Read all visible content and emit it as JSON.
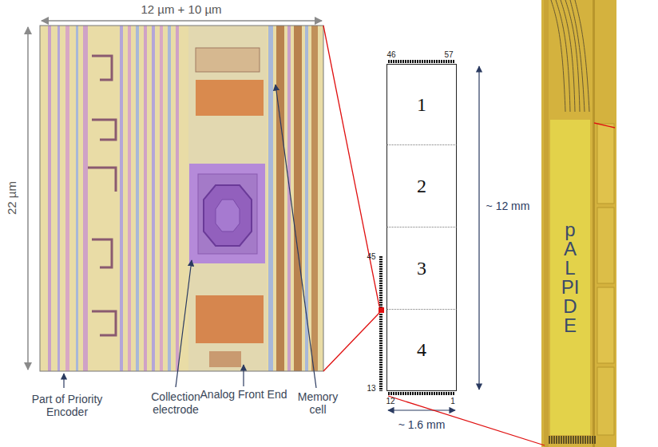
{
  "diagram": {
    "nodes": [
      {
        "text": [
          "1"
        ]
      },
      {
        "text": [
          "2"
        ]
      },
      {
        "text": [
          "3"
        ]
      },
      {
        "text": [
          "4"
        ]
      },
      {
        "text": [
          "pALPIDE"
        ]
      }
    ],
    "labels": [
      "12 µm + 10 µm",
      "22 µm",
      "Part of Priority Encoder",
      "Collection electrode",
      "Analog Front End",
      "Memory cell",
      "46",
      "57",
      "45",
      "13",
      "12",
      "1",
      "~ 12 mm",
      "~ 1.6 mm"
    ]
  }
}
